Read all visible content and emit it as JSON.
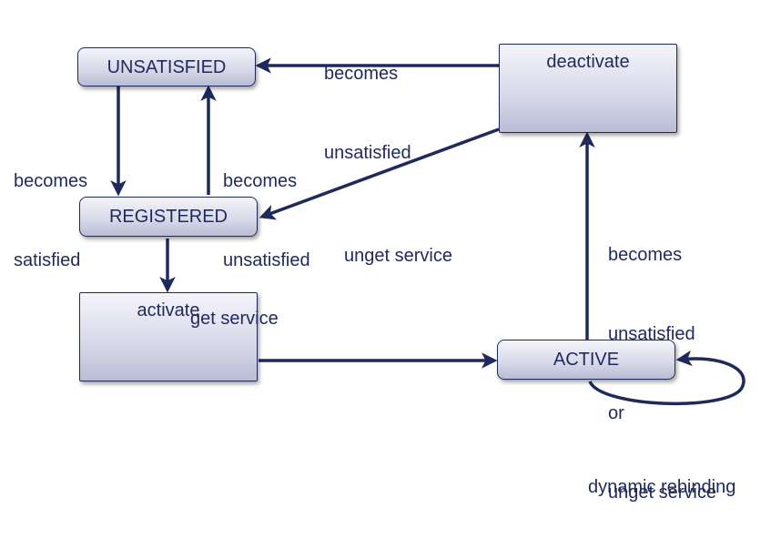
{
  "nodes": {
    "unsatisfied": "UNSATISFIED",
    "registered": "REGISTERED",
    "activate": "activate",
    "active": "ACTIVE",
    "deactivate": "deactivate"
  },
  "edges": {
    "deactivate_to_unsatisfied": [
      "becomes",
      "unsatisfied"
    ],
    "unsatisfied_to_registered": [
      "becomes",
      "satisfied"
    ],
    "registered_to_unsatisfied": [
      "becomes",
      "unsatisfied"
    ],
    "deactivate_to_registered": [
      "unget service"
    ],
    "registered_to_activate": [
      "get service"
    ],
    "active_to_deactivate": [
      "becomes",
      "unsatisfied",
      "or",
      "unget service"
    ],
    "active_self_loop": [
      "dynamic rebinding"
    ]
  },
  "colors": {
    "line": "#1f2a5c",
    "text": "#1f2a5c",
    "box_top": "#f4f4fa",
    "box_bottom": "#b9bcd4"
  }
}
